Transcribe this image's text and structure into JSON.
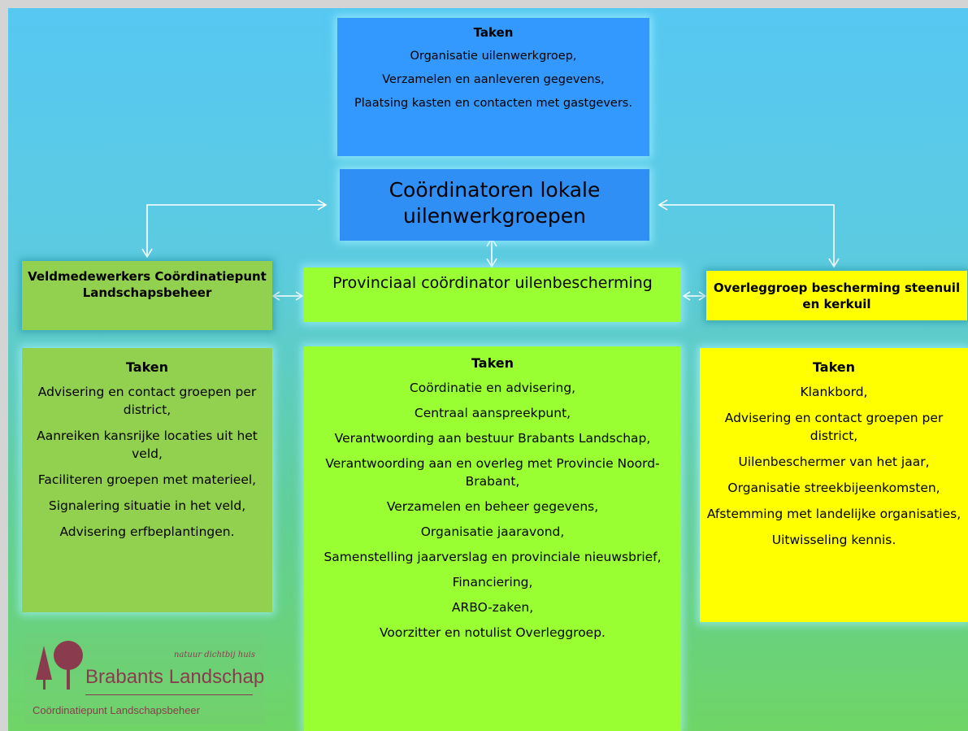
{
  "top_tasks": {
    "heading": "Taken",
    "items": [
      "Organisatie uilenwerkgroep,",
      "Verzamelen en aanleveren gegevens,",
      "Plaatsing kasten en contacten met gastgevers."
    ]
  },
  "coordinators": {
    "title": "Coördinatoren lokale uilenwerkgroepen"
  },
  "field_staff": {
    "title": "Veldmedewerkers Coördinatiepunt Landschapsbeheer"
  },
  "provincial": {
    "title": "Provinciaal coördinator uilenbescherming"
  },
  "consultation": {
    "title": "Overleggroep bescherming steenuil en kerkuil"
  },
  "field_tasks": {
    "heading": "Taken",
    "items": [
      "Advisering en contact groepen per district,",
      "Aanreiken kansrijke locaties uit het veld,",
      "Faciliteren groepen met materieel,",
      "Signalering situatie in het veld,",
      "Advisering erfbeplantingen."
    ]
  },
  "provincial_tasks": {
    "heading": "Taken",
    "items": [
      "Coördinatie en advisering,",
      "Centraal aanspreekpunt,",
      "Verantwoording aan bestuur Brabants Landschap,",
      "Verantwoording aan en overleg met Provincie Noord-Brabant,",
      "Verzamelen en beheer gegevens,",
      "Organisatie jaaravond,",
      "Samenstelling jaarverslag en  provinciale nieuwsbrief,",
      "Financiering,",
      "ARBO-zaken,",
      "Voorzitter en notulist Overleggroep."
    ]
  },
  "consultation_tasks": {
    "heading": "Taken",
    "items": [
      "Klankbord,",
      "Advisering en contact groepen per district,",
      "Uilenbeschermer van het jaar,",
      "Organisatie streekbijeenkomsten,",
      "Afstemming met landelijke organisaties,",
      "Uitwisseling kennis."
    ]
  },
  "logo": {
    "tagline": "natuur dichtbij huis",
    "brand": "Brabants Landschap",
    "subtitle": "Coördinatiepunt Landschapsbeheer",
    "color": "#8a3c4e"
  },
  "colors": {
    "coordinators": "#3399ff",
    "field_staff": "#92d050",
    "provincial": "#99ff33",
    "consultation": "#ffff00"
  }
}
